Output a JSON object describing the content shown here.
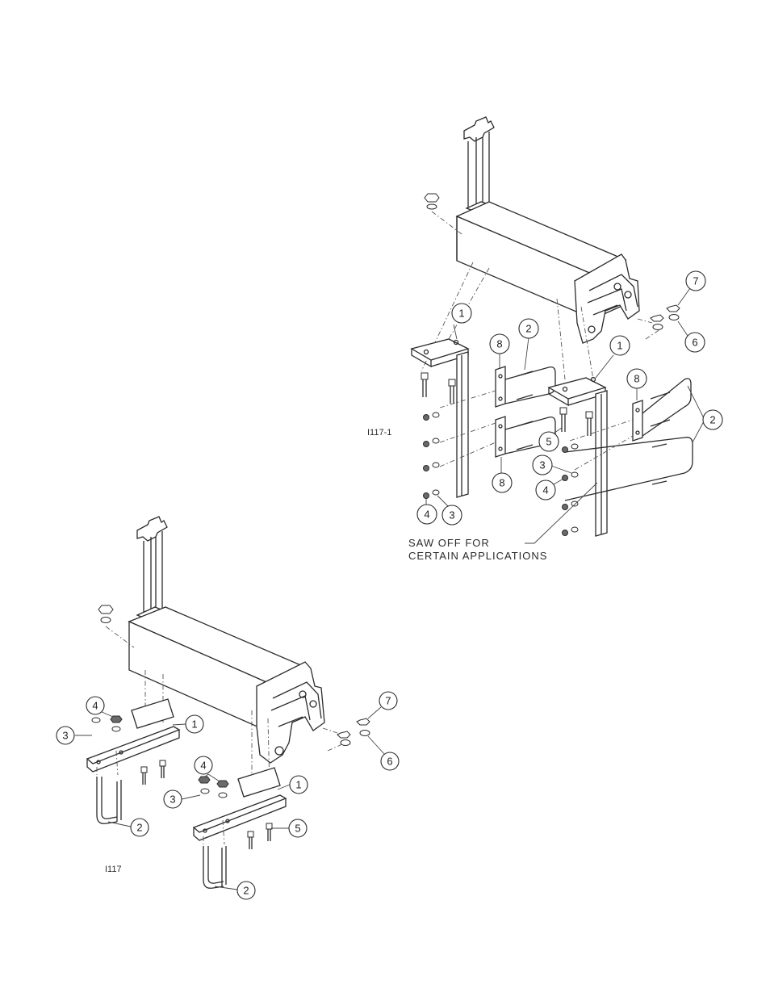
{
  "diagrams": {
    "upper": {
      "drawing_id": "I117-1",
      "note": "SAW OFF FOR\nCERTAIN APPLICATIONS",
      "note_lines": [
        "SAW OFF FOR",
        "CERTAIN APPLICATIONS"
      ],
      "callouts": [
        "1",
        "2",
        "8",
        "1",
        "8",
        "2",
        "7",
        "6",
        "5",
        "3",
        "4",
        "4",
        "3",
        "8"
      ]
    },
    "lower": {
      "drawing_id": "I117",
      "callouts": [
        "4",
        "3",
        "1",
        "4",
        "3",
        "1",
        "5",
        "2",
        "2",
        "7",
        "6"
      ]
    }
  }
}
